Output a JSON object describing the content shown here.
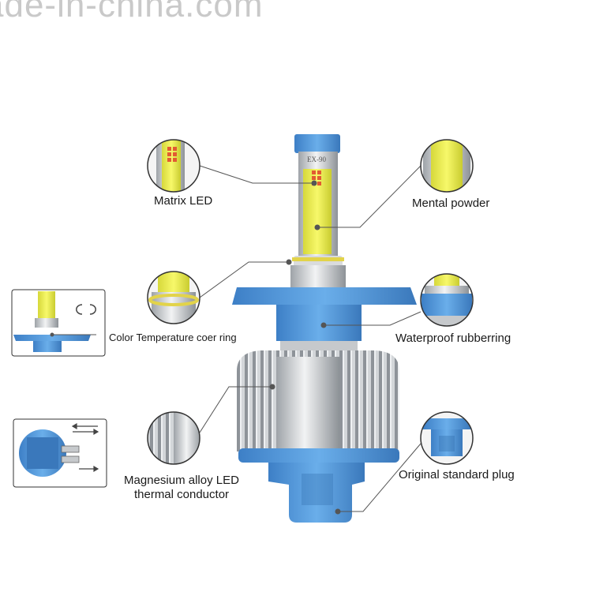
{
  "watermark": "ade-in-china.com",
  "product_marking": "EX-90",
  "labels": {
    "matrix_led": "Matrix LED",
    "mental_powder": "Mental powder",
    "color_ring": "Color Temperature coer ring",
    "waterproof": "Waterproof rubberring",
    "magnesium_line1": "Magnesium alloy LED",
    "magnesium_line2": "thermal conductor",
    "plug": "Original standard plug"
  },
  "colors": {
    "blue": "#4a90d9",
    "chip_yellow": "#e8ec3c",
    "fin_grey": "#b8bcc0",
    "ring_yellow": "#e2d34a"
  }
}
